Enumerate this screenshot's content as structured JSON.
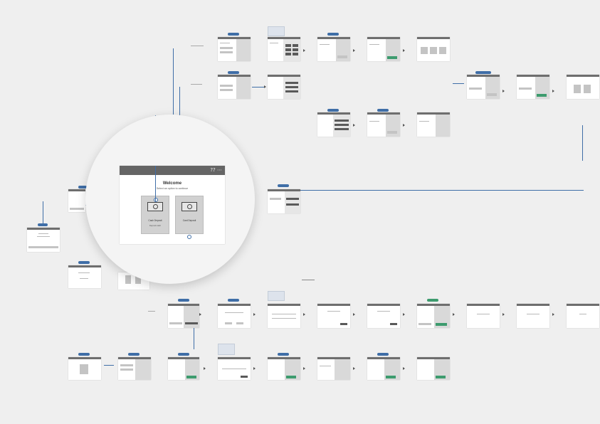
{
  "hero": {
    "title": "Welcome",
    "subtitle": "Select an option to continue",
    "icons": "?? ⋯",
    "cards": [
      {
        "label": "Cash Deposit",
        "sublabel": "Deposit cash"
      },
      {
        "label": "Card Deposit",
        "sublabel": ""
      }
    ]
  },
  "colors": {
    "accent": "#3f6ea7",
    "frame_bar": "#6e6e6e",
    "confirm": "#3d9b6e",
    "background": "#efefef"
  }
}
